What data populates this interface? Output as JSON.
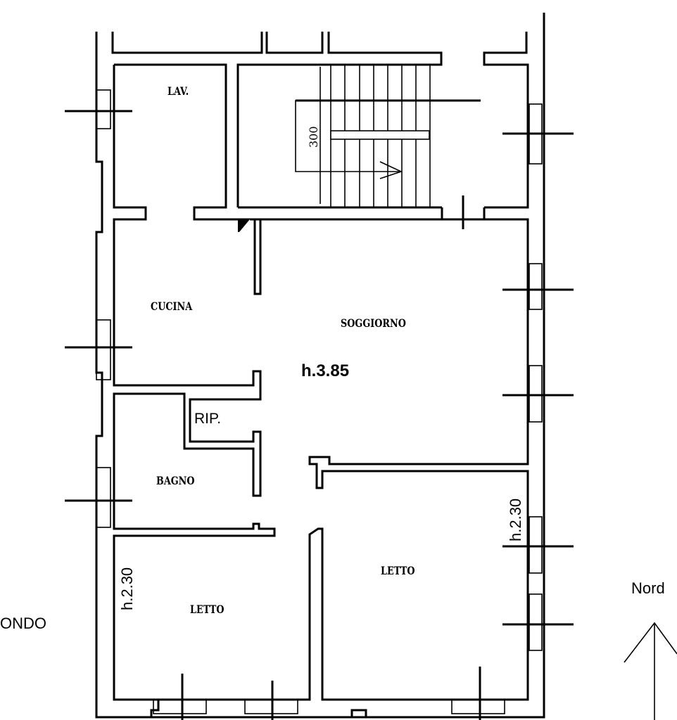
{
  "rooms": {
    "lav": "LAV.",
    "cucina": "CUCINA",
    "soggiorno": "SOGGIORNO",
    "rip": "RIP.",
    "bagno": "BAGNO",
    "letto_left": "LETTO",
    "letto_right": "LETTO"
  },
  "heights": {
    "main": "h.3.85",
    "letto_left": "h.2.30",
    "letto_right": "h.2.30"
  },
  "stair_dimension": "300",
  "side_label": "ONDO",
  "north_label": "Nord"
}
